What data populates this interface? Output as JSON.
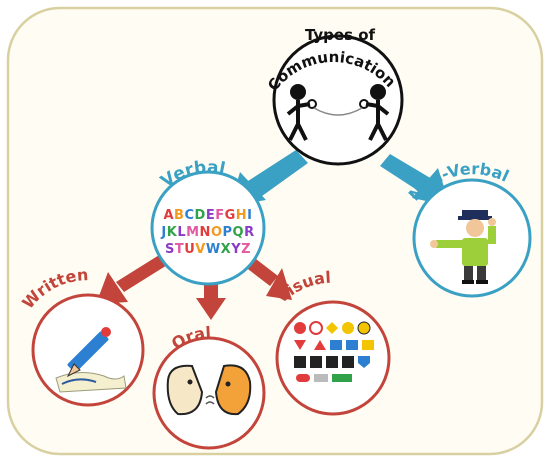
{
  "root": {
    "line1": "Types of",
    "line2": "Communication"
  },
  "branches": {
    "verbal": {
      "label": "Verbal",
      "alphabet_rows": [
        "ABCDEFGHI",
        "JKLMNOPQR",
        "STUVWXYZ"
      ]
    },
    "nonverbal": {
      "label": "Non-Verbal"
    }
  },
  "verbal_types": {
    "written": {
      "label": "Written"
    },
    "oral": {
      "label": "Oral"
    },
    "visual": {
      "label": "Visual"
    }
  },
  "colors": {
    "frame_border": "#d9d0a2",
    "frame_fill": "#fffdf3",
    "blue": "#3aa0c4",
    "red": "#c2443a",
    "dark": "#111111",
    "alphabet": [
      "#e23b3b",
      "#f29a1e",
      "#2c7fd1",
      "#30a34a",
      "#8a3cc6",
      "#e35aa2"
    ]
  },
  "icons": {
    "root": "two-people-talking-on-phone",
    "nonverbal": "traffic-police-gesturing",
    "written": "pen-writing-on-paper",
    "oral": "two-faces-speaking",
    "visual": "sign-symbols"
  }
}
